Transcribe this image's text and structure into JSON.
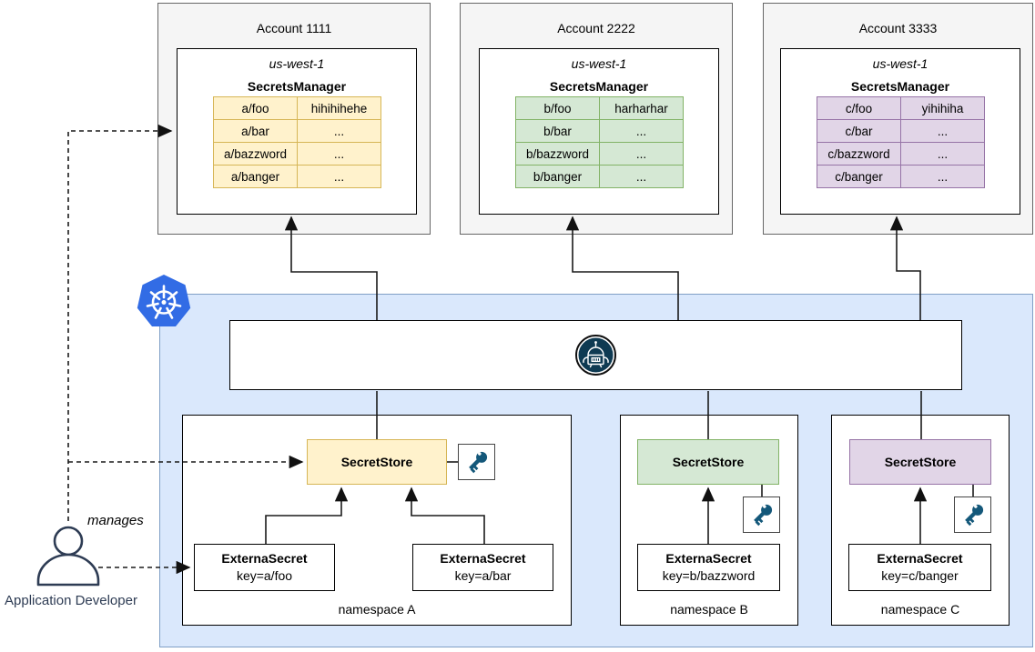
{
  "accounts": [
    {
      "title": "Account 1111",
      "region": "us-west-1",
      "service": "SecretsManager",
      "rows": [
        [
          "a/foo",
          "hihihihehe"
        ],
        [
          "a/bar",
          "..."
        ],
        [
          "a/bazzword",
          "..."
        ],
        [
          "a/banger",
          "..."
        ]
      ],
      "accent_fill": "#fff2cc",
      "accent_border": "#d6b656"
    },
    {
      "title": "Account 2222",
      "region": "us-west-1",
      "service": "SecretsManager",
      "rows": [
        [
          "b/foo",
          "harharhar"
        ],
        [
          "b/bar",
          "..."
        ],
        [
          "b/bazzword",
          "..."
        ],
        [
          "b/banger",
          "..."
        ]
      ],
      "accent_fill": "#d5e8d4",
      "accent_border": "#82b366"
    },
    {
      "title": "Account 3333",
      "region": "us-west-1",
      "service": "SecretsManager",
      "rows": [
        [
          "c/foo",
          "yihihiha"
        ],
        [
          "c/bar",
          "..."
        ],
        [
          "c/bazzword",
          "..."
        ],
        [
          "c/banger",
          "..."
        ]
      ],
      "accent_fill": "#e1d5e7",
      "accent_border": "#9673a6"
    }
  ],
  "cluster": {
    "kubernetes_icon": "kubernetes-logo",
    "controller_icon": "external-secrets-operator-logo",
    "namespaces": [
      {
        "label": "namespace A",
        "secret_store": "SecretStore",
        "external_secrets": [
          {
            "title": "ExternaSecret",
            "key": "key=a/foo"
          },
          {
            "title": "ExternaSecret",
            "key": "key=a/bar"
          }
        ]
      },
      {
        "label": "namespace B",
        "secret_store": "SecretStore",
        "external_secrets": [
          {
            "title": "ExternaSecret",
            "key": "key=b/bazzword"
          }
        ]
      },
      {
        "label": "namespace C",
        "secret_store": "SecretStore",
        "external_secrets": [
          {
            "title": "ExternaSecret",
            "key": "key=c/banger"
          }
        ]
      }
    ]
  },
  "actor": {
    "label": "Application Developer",
    "relation": "manages"
  },
  "colors": {
    "account_bg": "#f5f5f5",
    "cluster_fill": "#dae8fc",
    "kubernetes_blue": "#326ce5",
    "eso_navy": "#0e3a52",
    "key_teal": "#14587a",
    "actor_navy": "#2e3c54",
    "yellow": "#fff2cc",
    "yellow_border": "#d6b656",
    "green": "#d5e8d4",
    "green_border": "#82b366",
    "purple": "#e1d5e7",
    "purple_border": "#9673a6"
  }
}
